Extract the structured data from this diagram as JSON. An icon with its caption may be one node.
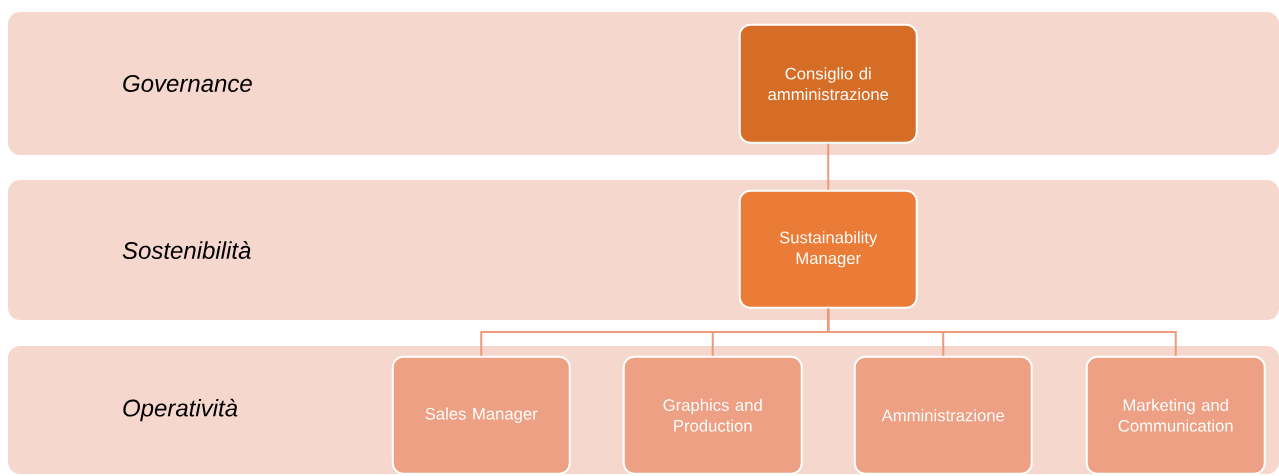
{
  "diagram": {
    "nodes": [
      {
        "text": [
          "Governance"
        ]
      },
      {
        "text": [
          "Consiglio di amministrazione"
        ],
        "in": 0
      },
      {
        "text": [
          "Sostenibilità"
        ]
      },
      {
        "text": [
          "Sustainability Manager"
        ],
        "in": 2
      },
      {
        "text": [
          "Operatività"
        ]
      },
      {
        "text": [
          "Sales Manager"
        ],
        "in": 4
      },
      {
        "text": [
          "Graphics and Production"
        ],
        "in": 4
      },
      {
        "text": [
          "Amministrazione"
        ],
        "in": 4
      },
      {
        "text": [
          "Marketing and Communication"
        ],
        "in": 4
      }
    ],
    "edges": [
      {
        "from": 1,
        "to": 3,
        "arrow": "none"
      },
      {
        "from": 3,
        "to": 5,
        "arrow": "none"
      },
      {
        "from": 3,
        "to": 6,
        "arrow": "none"
      },
      {
        "from": 3,
        "to": 7,
        "arrow": "none"
      },
      {
        "from": 3,
        "to": 8,
        "arrow": "none"
      }
    ]
  }
}
